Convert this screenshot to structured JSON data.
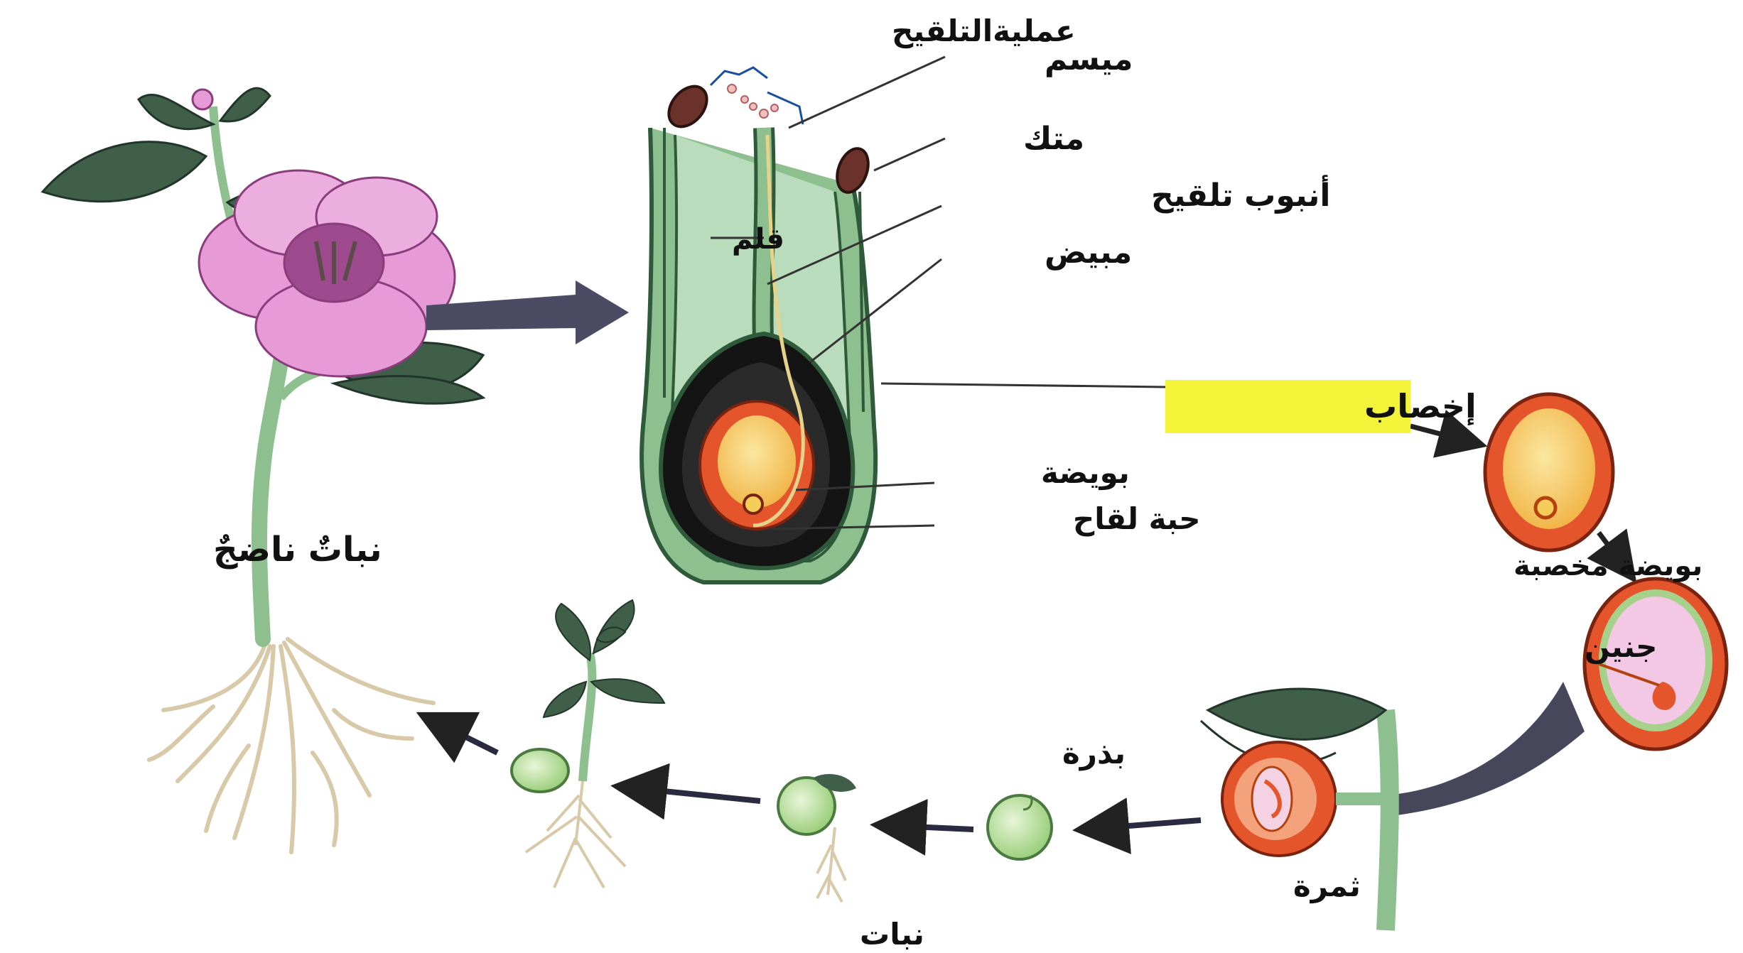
{
  "labels": {
    "pollination": "عمليةالتلقيح",
    "stigma": "ميسم",
    "anther": "متك",
    "pollen_tube": "أنبوب تلقيح",
    "ovary": "مبيض",
    "style": "قلم",
    "ovule": "بويضة",
    "pollen_grain": "حبة لقاح",
    "fertilization": "إخصاب",
    "fertilized_ovule": "بويضة مخصبة",
    "embryo": "جنين",
    "fruit": "ثمرة",
    "seed": "بذرة",
    "plant": "نبات",
    "mature_plant": "نباتٌ ناضجٌ"
  },
  "colors": {
    "stem": "#8dbf8f",
    "leaf": "#3f5f48",
    "petal": "#e69bd6",
    "ovary_wall": "#141414",
    "ovule_outer": "#e4552c",
    "ovule_inner": "#f6cc5a",
    "highlight": "#f3f33a",
    "root": "#d8c9a8",
    "arrow": "#45455e"
  }
}
